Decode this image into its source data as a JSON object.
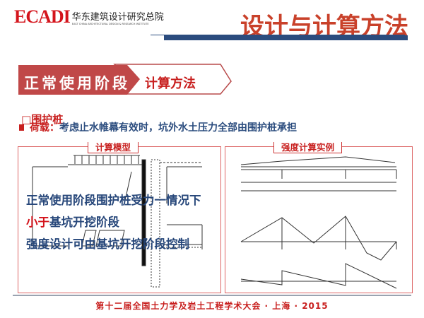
{
  "logo": {
    "mark": "ECADI",
    "cn": "华东建筑设计研究总院",
    "en": "EAST CHINA ARCHITECTURAL DESIGN & RESEARCH INSTITUTE"
  },
  "header": {
    "title": "设计与计算方法"
  },
  "tabs": {
    "active": "正常使用阶段",
    "next": "计算方法"
  },
  "section": {
    "marker": "□",
    "heading": "围护桩"
  },
  "bullet": {
    "label": "荷载：",
    "text": "考虑止水帷幕有效时，坑外水土压力全部由围护桩承担"
  },
  "left_panel": {
    "label": "计算模型",
    "overlay": {
      "line1": "正常使用阶段围护桩受力一情况下",
      "line2_red": "小于",
      "line2": "基坑开挖阶段",
      "line3": "强度设计可由基坑开挖阶段控制"
    }
  },
  "right_panel": {
    "label": "强度计算实例"
  },
  "footer": {
    "text": "第十二届全国土力学及岩土工程学术大会 · 上海 · 2015"
  },
  "colors": {
    "accent": "#c8201f",
    "title": "#c9412a",
    "navy": "#2b4c7e"
  }
}
